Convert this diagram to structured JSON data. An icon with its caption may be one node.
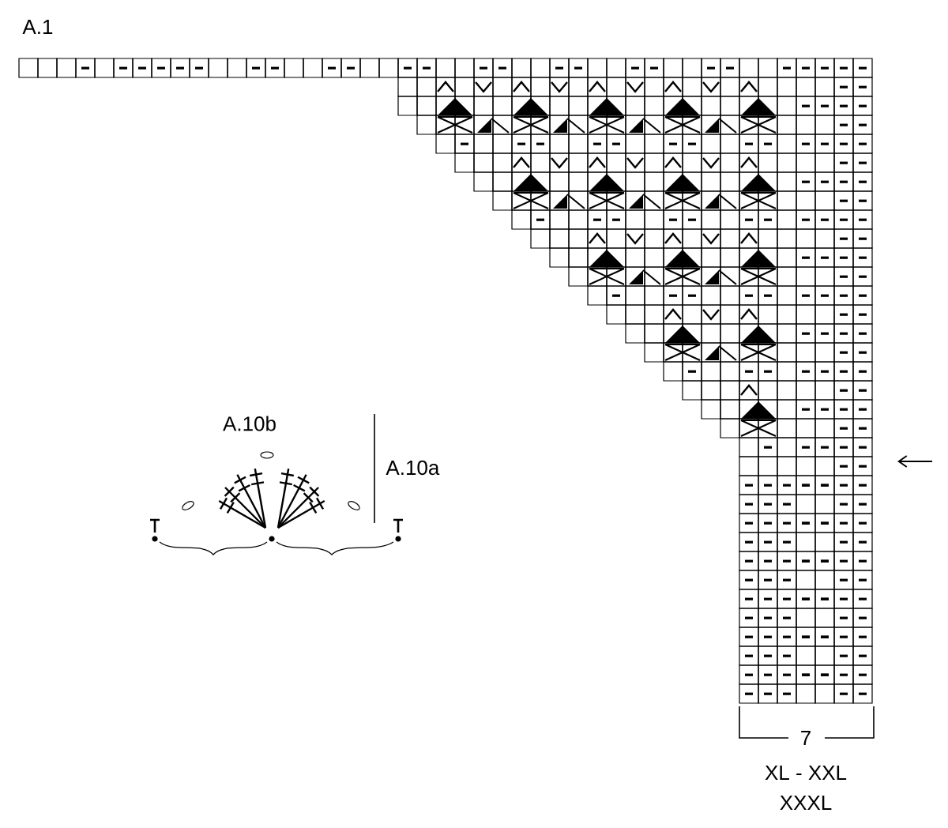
{
  "diagram": {
    "labels": [
      "A.1",
      "A.10b",
      "A.10a",
      "7",
      "XL - XXL",
      "XXXL"
    ]
  }
}
